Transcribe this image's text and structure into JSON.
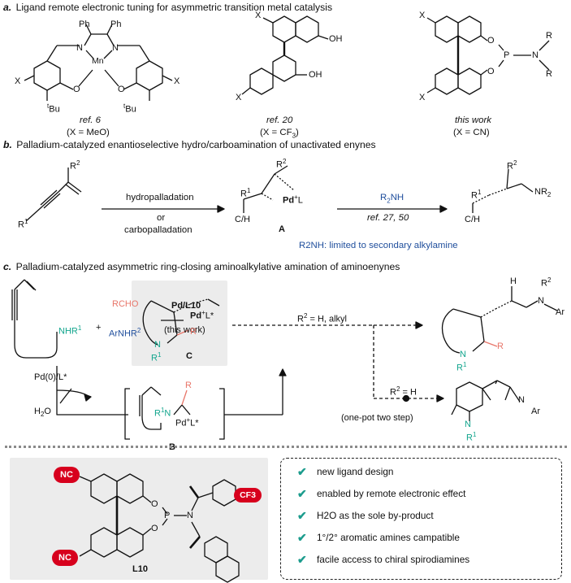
{
  "sections": {
    "a_letter": "a.",
    "a_title": "Ligand remote electronic tuning for asymmetric transition metal catalysis",
    "b_letter": "b.",
    "b_title": "Palladium-catalyzed enantioselective hydro/carboamination of unactivated enynes",
    "c_letter": "c.",
    "c_title": "Palladium-catalyzed asymmetric ring-closing aminoalkylative amination of aminoenynes"
  },
  "part_a": {
    "ref1": "ref. 6",
    "x1": "(X = MeO)",
    "ref2": "ref. 20",
    "x2": "(X = CF",
    "x2_sub": "3",
    "x2_end": ")",
    "ref3": "this work",
    "x3": "(X = CN)"
  },
  "part_b": {
    "arrow1_top": "hydropalladation",
    "arrow1_mid": "or",
    "arrow1_bot": "carbopalladation",
    "intermediate": "A",
    "reagent": "R",
    "reagent_sub": "2",
    "reagent_end": "NH",
    "refs": "ref. 27, 50",
    "note": "R2NH: limited to secondary alkylamine"
  },
  "part_c": {
    "plus": "+",
    "aldehyde": "RCHO",
    "amine": "ArNHR",
    "catalyst": "Pd/L10",
    "this_work": "(this work)",
    "pd_cat": "Pd(0)/L*",
    "water": "H2O",
    "intermediate_b": "B",
    "intermediate_c": "C",
    "cond1": "R2 = H, alkyl",
    "cond2": "R2 = H",
    "one_pot": "(one-pot two step)"
  },
  "ligand": {
    "name": "L10",
    "nc1": "NC",
    "nc2": "NC",
    "cf3": "CF3"
  },
  "features": [
    "new ligand design",
    "enabled by remote electronic effect",
    "H2O as the sole by-product",
    "1°/2° aromatic amines campatible",
    "facile access to chiral spirodiamines"
  ]
}
